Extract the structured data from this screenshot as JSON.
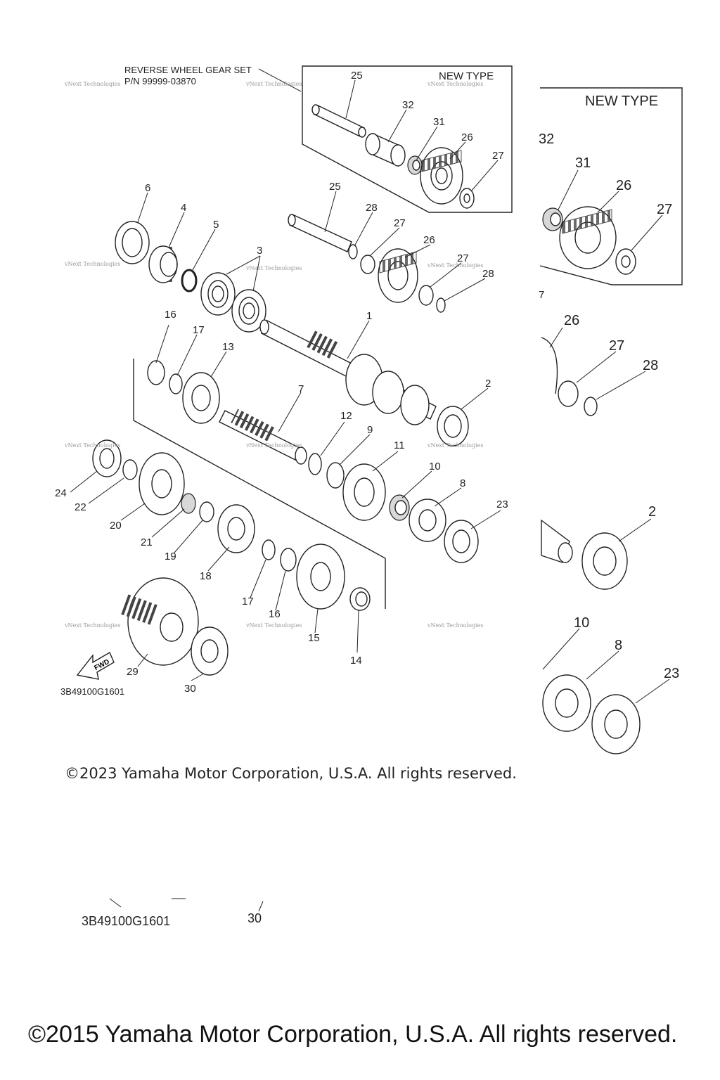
{
  "header": {
    "set_name": "REVERSE WHEEL GEAR SET",
    "set_pn": "P/N 99999-03870",
    "new_type": "NEW TYPE"
  },
  "watermark": "vNext Technologies",
  "diagram_code": "3B49100G1601",
  "fwd_label": "FWD",
  "copyright_2023": "©2023 Yamaha Motor Corporation, U.S.A. All rights reserved.",
  "copyright_2015": "©2015 Yamaha Motor Corporation, U.S.A. All rights reserved.",
  "callouts": {
    "c1": "1",
    "c2": "2",
    "c3": "3",
    "c4": "4",
    "c5": "5",
    "c6": "6",
    "c7": "7",
    "c8": "8",
    "c9": "9",
    "c10": "10",
    "c11": "11",
    "c12": "12",
    "c13": "13",
    "c14": "14",
    "c15": "15",
    "c16": "16",
    "c17": "17",
    "c18": "18",
    "c19": "19",
    "c20": "20",
    "c21": "21",
    "c22": "22",
    "c23": "23",
    "c24": "24",
    "c25": "25",
    "c26": "26",
    "c27": "27",
    "c28": "28",
    "c29": "29",
    "c30": "30",
    "c31": "31",
    "c32": "32"
  },
  "fragment_labels": {
    "f32": "32",
    "f31": "31",
    "f26": "26",
    "f27": "27",
    "f26b": "26",
    "f27b": "27",
    "f28b": "28",
    "f2": "2",
    "f10": "10",
    "f8": "8",
    "f23": "23",
    "f7": "7"
  }
}
